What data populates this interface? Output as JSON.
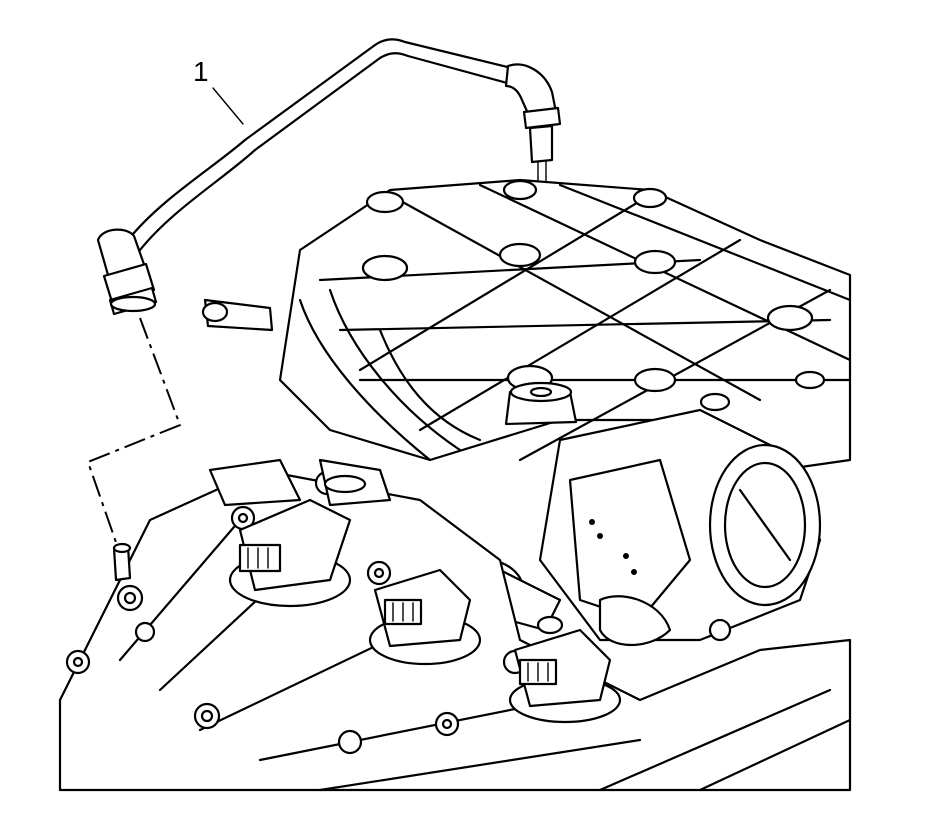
{
  "diagram": {
    "callouts": [
      {
        "id": "1",
        "label": "1"
      }
    ],
    "colors": {
      "line": "#000000",
      "background": "#ffffff"
    },
    "components": [
      "pcv-hose",
      "intake-manifold",
      "throttle-body",
      "ignition-coils",
      "engine-block"
    ]
  }
}
